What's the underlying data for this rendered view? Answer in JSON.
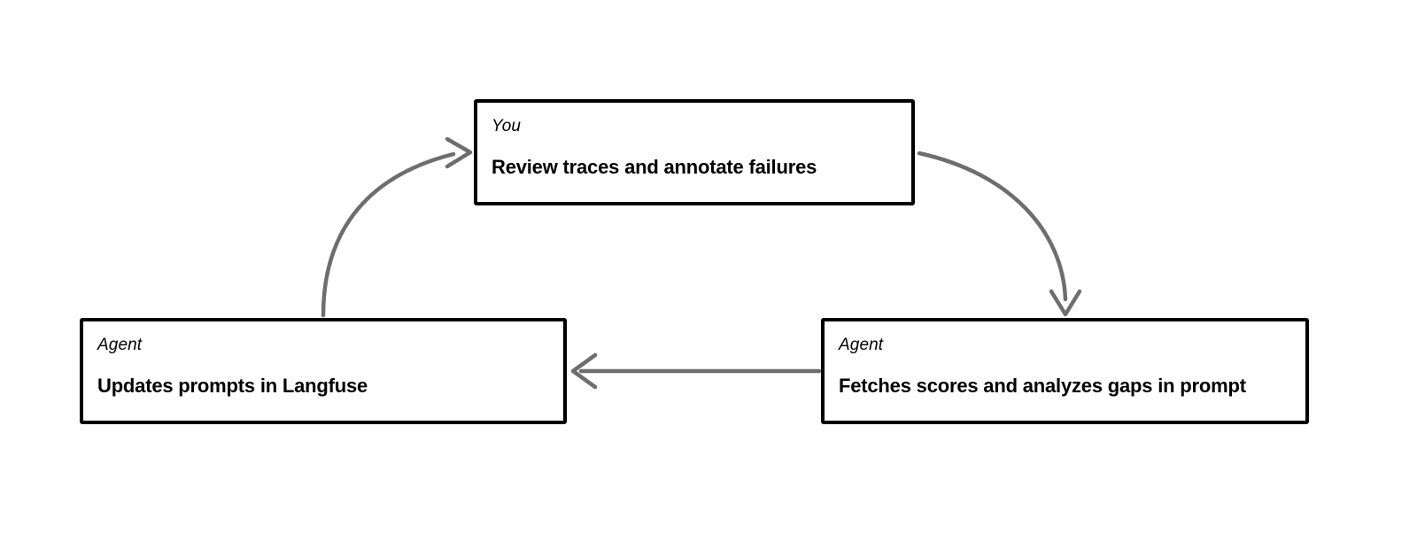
{
  "diagram": {
    "type": "cycle-flowchart",
    "background_color": "#ffffff",
    "node_border_color": "#000000",
    "arrow_color": "#6e6e6e",
    "nodes": [
      {
        "id": "you",
        "role": "You",
        "title": "Review traces and annotate failures"
      },
      {
        "id": "update",
        "role": "Agent",
        "title": "Updates prompts in Langfuse"
      },
      {
        "id": "fetch",
        "role": "Agent",
        "title": "Fetches scores and analyzes gaps in prompt"
      }
    ],
    "edges": [
      {
        "id": "you-to-fetch",
        "from": "you",
        "to": "fetch",
        "style": "curved",
        "direction": "clockwise"
      },
      {
        "id": "fetch-to-update",
        "from": "fetch",
        "to": "update",
        "style": "straight",
        "direction": "leftward"
      },
      {
        "id": "update-to-you",
        "from": "update",
        "to": "you",
        "style": "curved",
        "direction": "clockwise"
      }
    ]
  }
}
